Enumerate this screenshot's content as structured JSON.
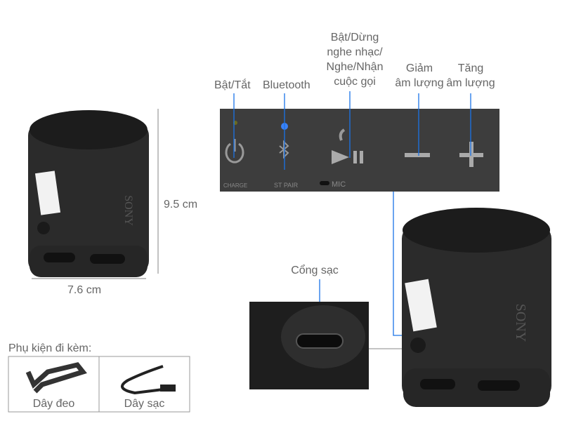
{
  "dimensions": {
    "height": "9.5 cm",
    "width": "7.6 cm"
  },
  "brand": "SONY",
  "controls": [
    {
      "label": "Bật/Tắt",
      "icon": "power-icon"
    },
    {
      "label": "Bluetooth",
      "icon": "bluetooth-icon"
    },
    {
      "label": "Bật/Dừng\nnghe nhạc/\nNghe/Nhận\ncuộc gọi",
      "icon": "play-pause-icon"
    },
    {
      "label": "Giảm\nâm lượng",
      "icon": "minus-icon"
    },
    {
      "label": "Tăng\nâm lượng",
      "icon": "plus-icon"
    }
  ],
  "panel_text": {
    "charge": "CHARGE",
    "pair": "ST PAIR",
    "mic": "MIC"
  },
  "port": {
    "label": "Cổng sạc"
  },
  "accessories": {
    "title": "Phụ kiện đi kèm:",
    "items": [
      {
        "label": "Dây đeo"
      },
      {
        "label": "Dây sạc"
      }
    ]
  },
  "colors": {
    "accent_line": "#1a73e8",
    "led_blue": "#3b82f6",
    "panel": "#3d3d3d"
  }
}
